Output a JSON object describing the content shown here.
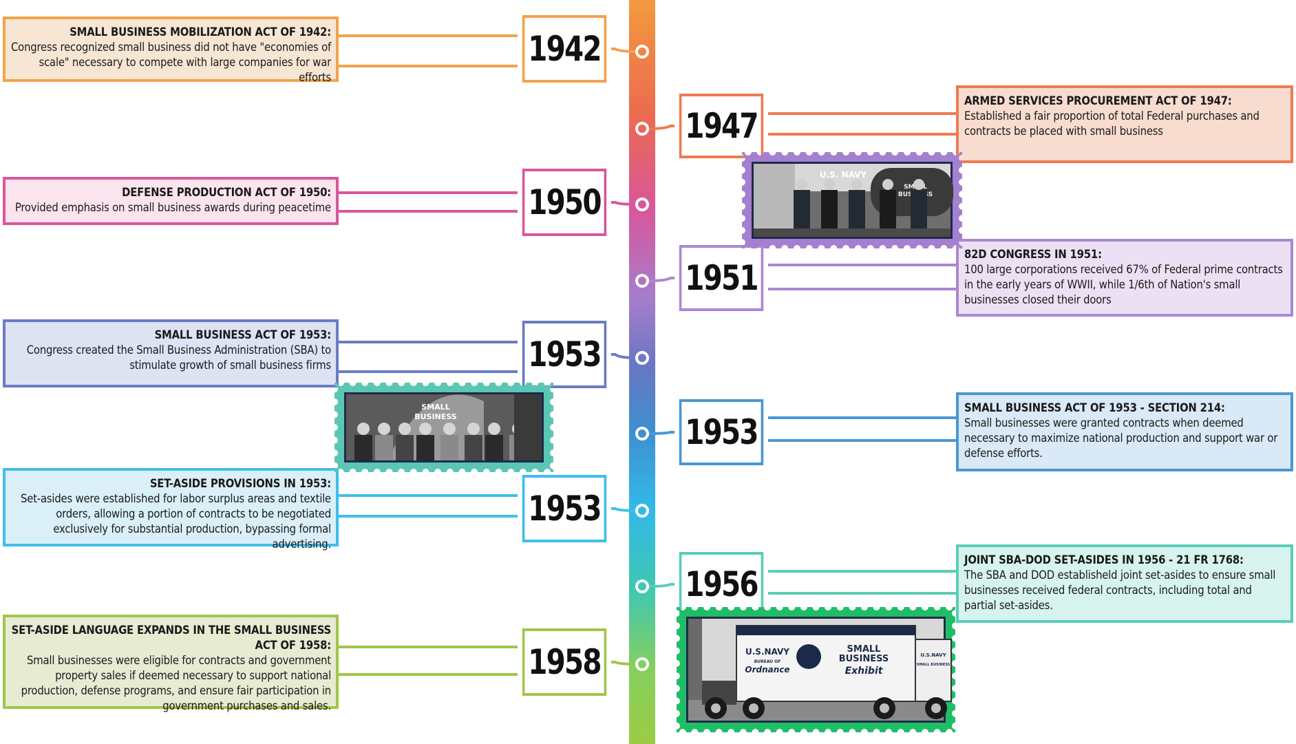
{
  "left_events": [
    {
      "year": "1942",
      "title": "SMALL BUSINESS MOBILIZATION ACT OF 1942:",
      "body": "Congress recognized small business did not have \"economies of scale\" necessary to compete with large companies for war efforts",
      "color": "#f3a24b",
      "bg": "#f7e6d4"
    },
    {
      "year": "1950",
      "title": "DEFENSE PRODUCTION ACT OF 1950:",
      "body": "Provided emphasis on small business awards during peacetime",
      "color": "#d9579b",
      "bg": "#fbe4ee"
    },
    {
      "year": "1953",
      "title": "SMALL BUSINESS ACT OF 1953:",
      "body": "Congress created the Small Business Administration (SBA) to stimulate growth of small business firms",
      "color": "#6a7cc2",
      "bg": "#dee3f4"
    },
    {
      "year": "1953",
      "title": "SET-ASIDE PROVISIONS IN 1953:",
      "body": "Set-asides were established for labor surplus areas and textile orders, allowing a portion of contracts to be negotiated exclusively for substantial production, bypassing formal advertising.",
      "color": "#3fbfe9",
      "bg": "#daeff8"
    },
    {
      "year": "1958",
      "title": "SET-ASIDE LANGUAGE EXPANDS IN THE SMALL BUSINESS ACT OF 1958:",
      "body": "Small businesses were eligible for contracts and government property sales if deemed necessary to support national production, defense programs, and ensure fair participation in government purchases and sales.",
      "color": "#a2c54a",
      "bg": "#e7ebd2"
    }
  ],
  "right_events": [
    {
      "year": "1947",
      "title": "ARMED SERVICES PROCUREMENT ACT OF 1947:",
      "body": "Established a fair proportion of total Federal purchases and contracts be placed with small business",
      "color": "#ef7a52",
      "bg": "#f7dccf"
    },
    {
      "year": "1951",
      "title": "82D CONGRESS IN 1951:",
      "body": "100 large corporations received 67% of Federal prime contracts in the early years of WWII, while 1/6th of Nation's small businesses closed their doors",
      "color": "#ab87d2",
      "bg": "#ece1f4"
    },
    {
      "year": "1953",
      "title": "SMALL BUSINESS ACT OF 1953 - SECTION 214:",
      "body": "Small businesses were granted contracts when deemed necessary to maximize national production and support war or defense efforts.",
      "color": "#4a97d3",
      "bg": "#d9e9f7"
    },
    {
      "year": "1956",
      "title": "JOINT SBA-DOD SET-ASIDES IN 1956 - 21 FR 1768:",
      "body": "The SBA and DOD establisheld joint set-asides to ensure small businesses received federal contracts, including total and partial set-asides.",
      "color": "#5bcdb8",
      "bg": "#d7f3ee"
    }
  ],
  "photos": {
    "navy_officers": {
      "frame_color": "#a57fd0",
      "truck_text": [
        "U.S. NAVY",
        "SMALL",
        "BUSINESS"
      ]
    },
    "sba_group": {
      "frame_color": "#5bc6b4",
      "sign_text": [
        "SMALL",
        "BUSINESS"
      ]
    },
    "navy_truck": {
      "frame_color": "#1fbe66",
      "text": {
        "navy": "U.S.NAVY",
        "sub": "BUREAU OF",
        "ordnance": "Ordnance",
        "small": "SMALL",
        "business": "BUSINESS",
        "exhibit": "Exhibit",
        "cab_navy": "U.S.NAVY",
        "cab_small": "SMALL BUSINESS"
      }
    }
  }
}
